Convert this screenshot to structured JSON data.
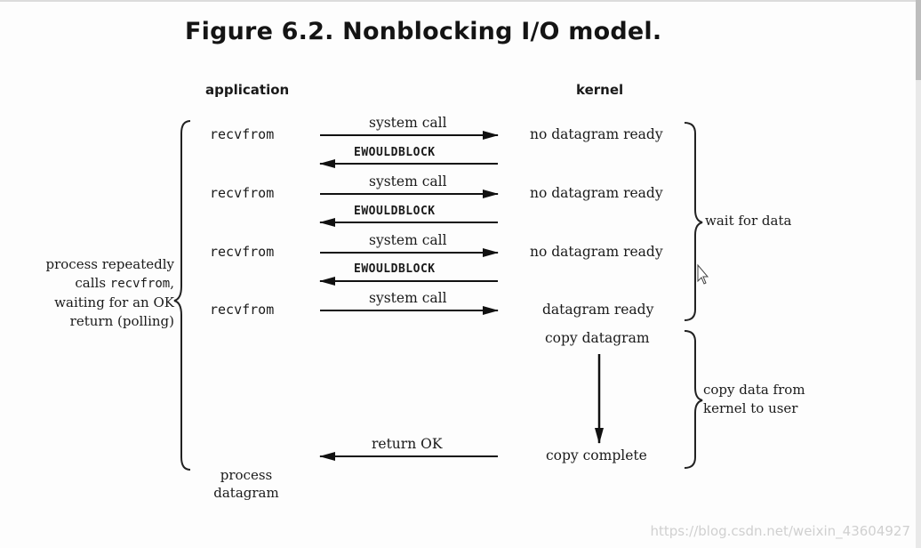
{
  "figure": {
    "title": "Figure 6.2. Nonblocking I/O model.",
    "column_application": "application",
    "column_kernel": "kernel"
  },
  "rounds": [
    {
      "app_call": "recvfrom",
      "request_label": "system call",
      "kernel_state": "no datagram ready",
      "reply_label": "EWOULDBLOCK"
    },
    {
      "app_call": "recvfrom",
      "request_label": "system call",
      "kernel_state": "no datagram ready",
      "reply_label": "EWOULDBLOCK"
    },
    {
      "app_call": "recvfrom",
      "request_label": "system call",
      "kernel_state": "no datagram ready",
      "reply_label": "EWOULDBLOCK"
    },
    {
      "app_call": "recvfrom",
      "request_label": "system call",
      "kernel_state": "datagram ready"
    }
  ],
  "kernel_copy": {
    "start": "copy datagram",
    "end": "copy complete",
    "return_label": "return OK"
  },
  "left_note": {
    "line1": "process repeatedly",
    "line2_prefix": "calls ",
    "line2_code": "recvfrom",
    "line2_suffix": ",",
    "line3": "waiting for an OK",
    "line4": "return (polling)"
  },
  "right_notes": {
    "wait": "wait for data",
    "copy_line1": "copy data from",
    "copy_line2": "kernel to user"
  },
  "process": {
    "line1": "process",
    "line2": "datagram"
  },
  "watermark": "https://blog.csdn.net/weixin_43604927"
}
